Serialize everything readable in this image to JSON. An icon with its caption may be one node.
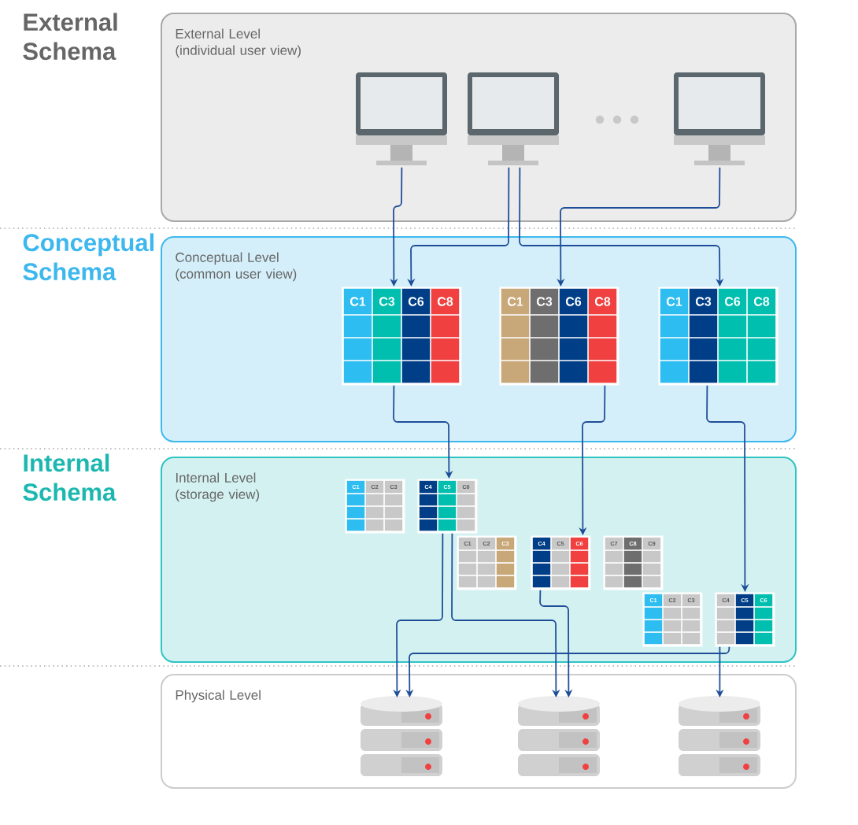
{
  "diagram": {
    "nodes": [
      {
        "text": [
          "External Level (individual user view)"
        ]
      },
      {
        "text": [],
        "shape": "monitor",
        "in": 0
      },
      {
        "text": [],
        "shape": "monitor",
        "in": 0
      },
      {
        "text": [],
        "shape": "monitor",
        "in": 0
      },
      {
        "text": [
          "Conceptual Level (common user view)"
        ]
      },
      {
        "text": [
          "C1",
          "C3",
          "C6",
          "C8"
        ],
        "in": 4
      },
      {
        "text": [
          "C1",
          "C3",
          "C6",
          "C8"
        ],
        "in": 4
      },
      {
        "text": [
          "C1",
          "C3",
          "C6",
          "C8"
        ],
        "in": 4
      },
      {
        "text": [
          "Internal Level (storage view)"
        ]
      },
      {
        "text": [
          "C1",
          "C2",
          "C3"
        ],
        "in": 8
      },
      {
        "text": [
          "C4",
          "C5",
          "C6"
        ],
        "in": 8
      },
      {
        "text": [
          "C1",
          "C2",
          "C3"
        ],
        "in": 8
      },
      {
        "text": [
          "C4",
          "C5",
          "C6"
        ],
        "in": 8
      },
      {
        "text": [
          "C7",
          "C8",
          "C9"
        ],
        "in": 8
      },
      {
        "text": [
          "C1",
          "C2",
          "C3"
        ],
        "in": 8
      },
      {
        "text": [
          "C4",
          "C5",
          "C6"
        ],
        "in": 8
      },
      {
        "text": [
          "Physical Level"
        ]
      },
      {
        "text": [],
        "shape": "cylinder",
        "in": 16
      },
      {
        "text": [],
        "shape": "cylinder",
        "in": 16
      },
      {
        "text": [],
        "shape": "cylinder",
        "in": 16
      }
    ],
    "edges": [
      {
        "from": 1,
        "to": 5,
        "arrow": "to"
      },
      {
        "from": 2,
        "to": 5,
        "arrow": "to"
      },
      {
        "from": 2,
        "to": 7,
        "arrow": "to"
      },
      {
        "from": 3,
        "to": 6,
        "arrow": "to"
      },
      {
        "from": 5,
        "to": 10,
        "arrow": "to"
      },
      {
        "from": 6,
        "to": 12,
        "arrow": "to"
      },
      {
        "from": 7,
        "to": 15,
        "arrow": "to"
      },
      {
        "from": 10,
        "to": 17,
        "arrow": "to"
      },
      {
        "from": 10,
        "to": 18,
        "arrow": "to"
      },
      {
        "from": 12,
        "to": 18,
        "arrow": "to"
      },
      {
        "from": 15,
        "to": 17,
        "arrow": "to"
      },
      {
        "from": 15,
        "to": 19,
        "arrow": "to"
      }
    ],
    "labels": [
      "External Schema",
      "Conceptual Schema",
      "Internal Schema"
    ]
  }
}
